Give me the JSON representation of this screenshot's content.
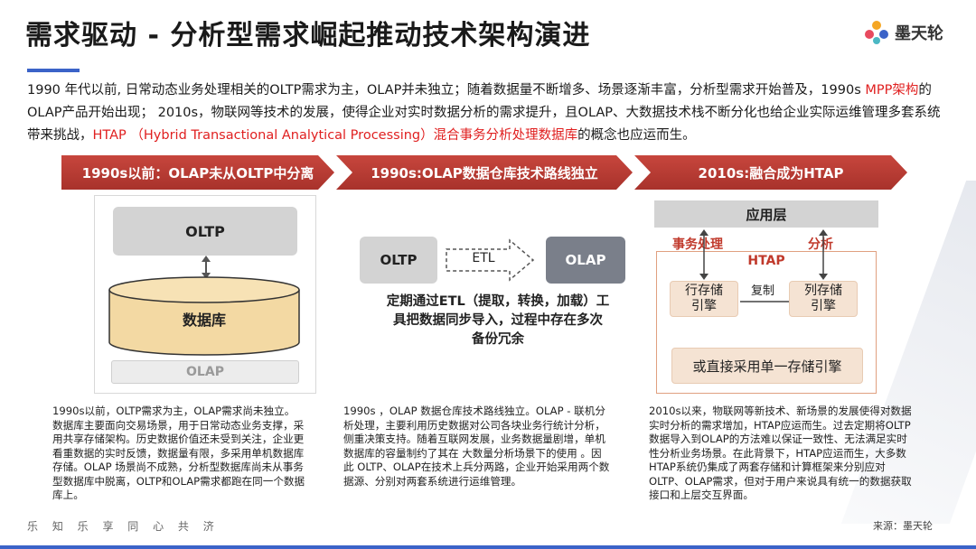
{
  "header": {
    "title": "需求驱动 - 分析型需求崛起推动技术架构演进",
    "logo_text": "墨天轮"
  },
  "intro": {
    "p1": "1990 年代以前, 日常动态业务处理相关的OLTP需求为主，OLAP并未独立；随着数据量不断增多、场景逐渐丰富，分析型需求开始普及，1990s ",
    "red1": "MPP架构",
    "p2": "的OLAP产品开始出现； 2010s，物联网等技术的发展，使得企业对实时数据分析的需求提升，且OLAP、大数据技术栈不断分化也给企业实际运维管理多套系统带来挑战，",
    "red2": "HTAP （Hybrid Transactional Analytical Processing）混合事务分析处理数据库",
    "p3": "的概念也应运而生。"
  },
  "stages": [
    {
      "label": "1990s以前：OLAP未从OLTP中分离"
    },
    {
      "label": "1990s:OLAP数据仓库技术路线独立"
    },
    {
      "label": "2010s:融合成为HTAP"
    }
  ],
  "panel1": {
    "oltp": "OLTP",
    "db": "数据库",
    "olap": "OLAP"
  },
  "panel2": {
    "oltp": "OLTP",
    "etl": "ETL",
    "olap": "OLAP",
    "caption_l1": "定期通过ETL（提取，转换，加载）工",
    "caption_l2": "具把数据同步导入，过程中存在多次",
    "caption_l3": "备份冗余"
  },
  "panel3": {
    "app_layer": "应用层",
    "tx_label": "事务处理",
    "an_label": "分析",
    "htap": "HTAP",
    "row_engine_l1": "行存储",
    "row_engine_l2": "引擎",
    "col_engine_l1": "列存储",
    "col_engine_l2": "引擎",
    "replicate": "复制",
    "single_engine": "或直接采用单一存储引擎"
  },
  "descriptions": {
    "d1": "1990s以前，OLTP需求为主，OLAP需求尚未独立。 数据库主要面向交易场景，用于日常动态业务支撑，采用共享存储架构。历史数据价值还未受到关注，企业更看重数据的实时反馈，数据量有限，多采用单机数据库存储。OLAP 场景尚不成熟，分析型数据库尚未从事务型数据库中脱离，OLTP和OLAP需求都跑在同一个数据库上。",
    "d2": "1990s ，OLAP 数据仓库技术路线独立。OLAP - 联机分析处理，主要利用历史数据对公司各块业务行统计分析，侧重决策支持。随着互联网发展，业务数据量剧增，单机数据库的容量制约了其在 大数量分析场景下的使用 。因此 OLTP、OLAP在技术上兵分两路，企业开始采用两个数据源、分别对两套系统进行运维管理。",
    "d3": "2010s以来，物联网等新技术、新场景的发展使得对数据实时分析的需求增加，HTAP应运而生。过去定期将OLTP数据导入到OLAP的方法难以保证一致性、无法满足实时性分析业务场景。在此背景下，HTAP应运而生，大多数HTAP系统仍集成了两套存储和计算框架来分别应对OLTP、OLAP需求，但对于用户来说具有统一的数据获取接口和上层交互界面。"
  },
  "footer": {
    "slogan": "乐 知 乐 享   同 心 共 济",
    "source": "来源：墨天轮"
  },
  "colors": {
    "accent_blue": "#3b63c8",
    "chevron_red": "#b53a32",
    "highlight_red": "#e02020",
    "engine_fill": "#f5e3d3"
  }
}
